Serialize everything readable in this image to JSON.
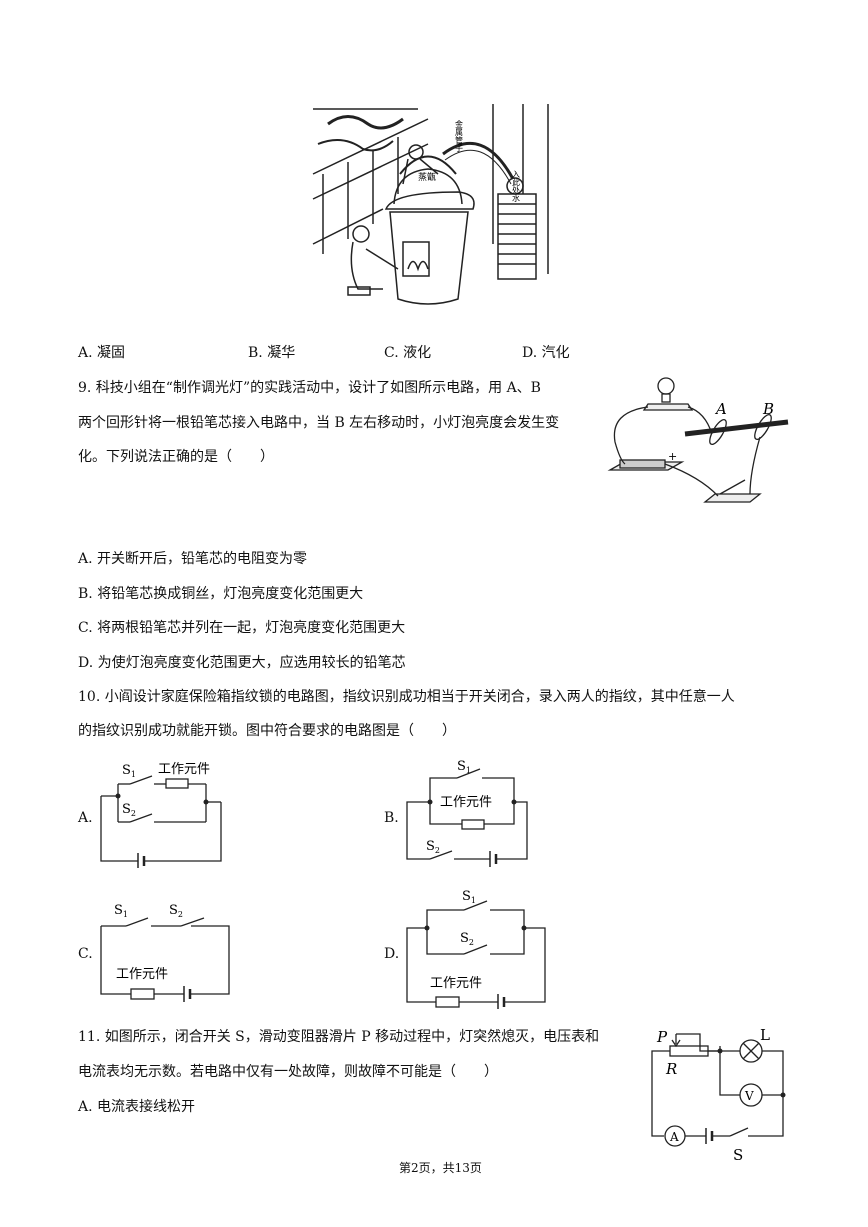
{
  "q8": {
    "options": [
      "A. 凝固",
      "B. 凝华",
      "C. 液化",
      "D. 汽化"
    ],
    "figure_labels": {
      "pot": "蒸甑",
      "tube": "金属管子",
      "water": "入此处水"
    }
  },
  "q9": {
    "stem": [
      "9. 科技小组在“制作调光灯”的实践活动中，设计了如图所示电路，用 A、B",
      "两个回形针将一根铅笔芯接入电路中，当 B 左右移动时，小灯泡亮度会发生变",
      "化。下列说法正确的是（　　）"
    ],
    "options": [
      "A. 开关断开后，铅笔芯的电阻变为零",
      "B. 将铅笔芯换成铜丝，灯泡亮度变化范围更大",
      "C. 将两根铅笔芯并列在一起，灯泡亮度变化范围更大",
      "D. 为使灯泡亮度变化范围更大，应选用较长的铅笔芯"
    ],
    "fig": {
      "a": "A",
      "b": "B",
      "plus": "+"
    }
  },
  "q10": {
    "stem": [
      "10. 小阎设计家庭保险箱指纹锁的电路图，指纹识别成功相当于开关闭合，录入两人的指纹，其中任意一人",
      "的指纹识别成功就能开锁。图中符合要求的电路图是（　　）"
    ],
    "labels": {
      "a": "A.",
      "b": "B.",
      "c": "C.",
      "d": "D."
    },
    "element": "工作元件",
    "s": "S",
    "sub1": "1",
    "sub2": "2"
  },
  "q11": {
    "stem": [
      "11. 如图所示，闭合开关 S，滑动变阻器滑片 P 移动过程中，灯突然熄灭，电压表和",
      "电流表均无示数。若电路中仅有一处故障，则故障不可能是（　　）"
    ],
    "options": [
      "A. 电流表接线松开"
    ],
    "fig": {
      "p": "P",
      "r": "R",
      "l": "L",
      "v": "V",
      "a": "A",
      "s": "S"
    }
  },
  "footer": "第2页，共13页"
}
